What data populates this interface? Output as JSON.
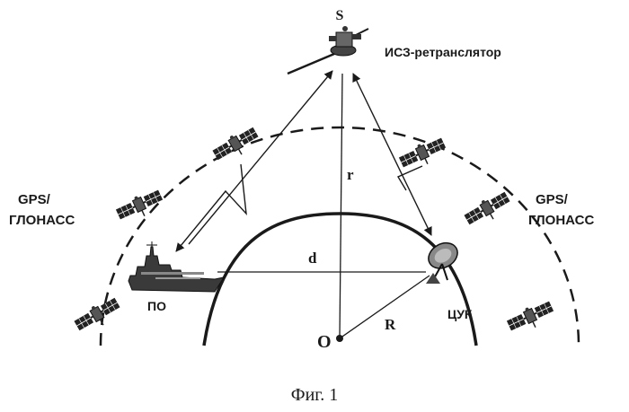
{
  "figure": {
    "satellite_label": "S",
    "relay_label": "ИСЗ-ретранслятор",
    "gnss_left_line1": "GPS/",
    "gnss_left_line2": "ГЛОНАСС",
    "gnss_right_line1": "GPS/",
    "gnss_right_line2": "ГЛОНАСС",
    "ship_label": "ПО",
    "station_label": "ЦУК",
    "center_label": "O",
    "radius_earth_label": "R",
    "radius_orbit_label": "r",
    "distance_label": "d",
    "caption": "Фиг. 1"
  },
  "icons": {
    "relay_satellite": "relay-satellite-icon",
    "gnss_satellite": "gnss-satellite-icon",
    "ship": "ship-icon",
    "dish": "dish-antenna-icon"
  }
}
